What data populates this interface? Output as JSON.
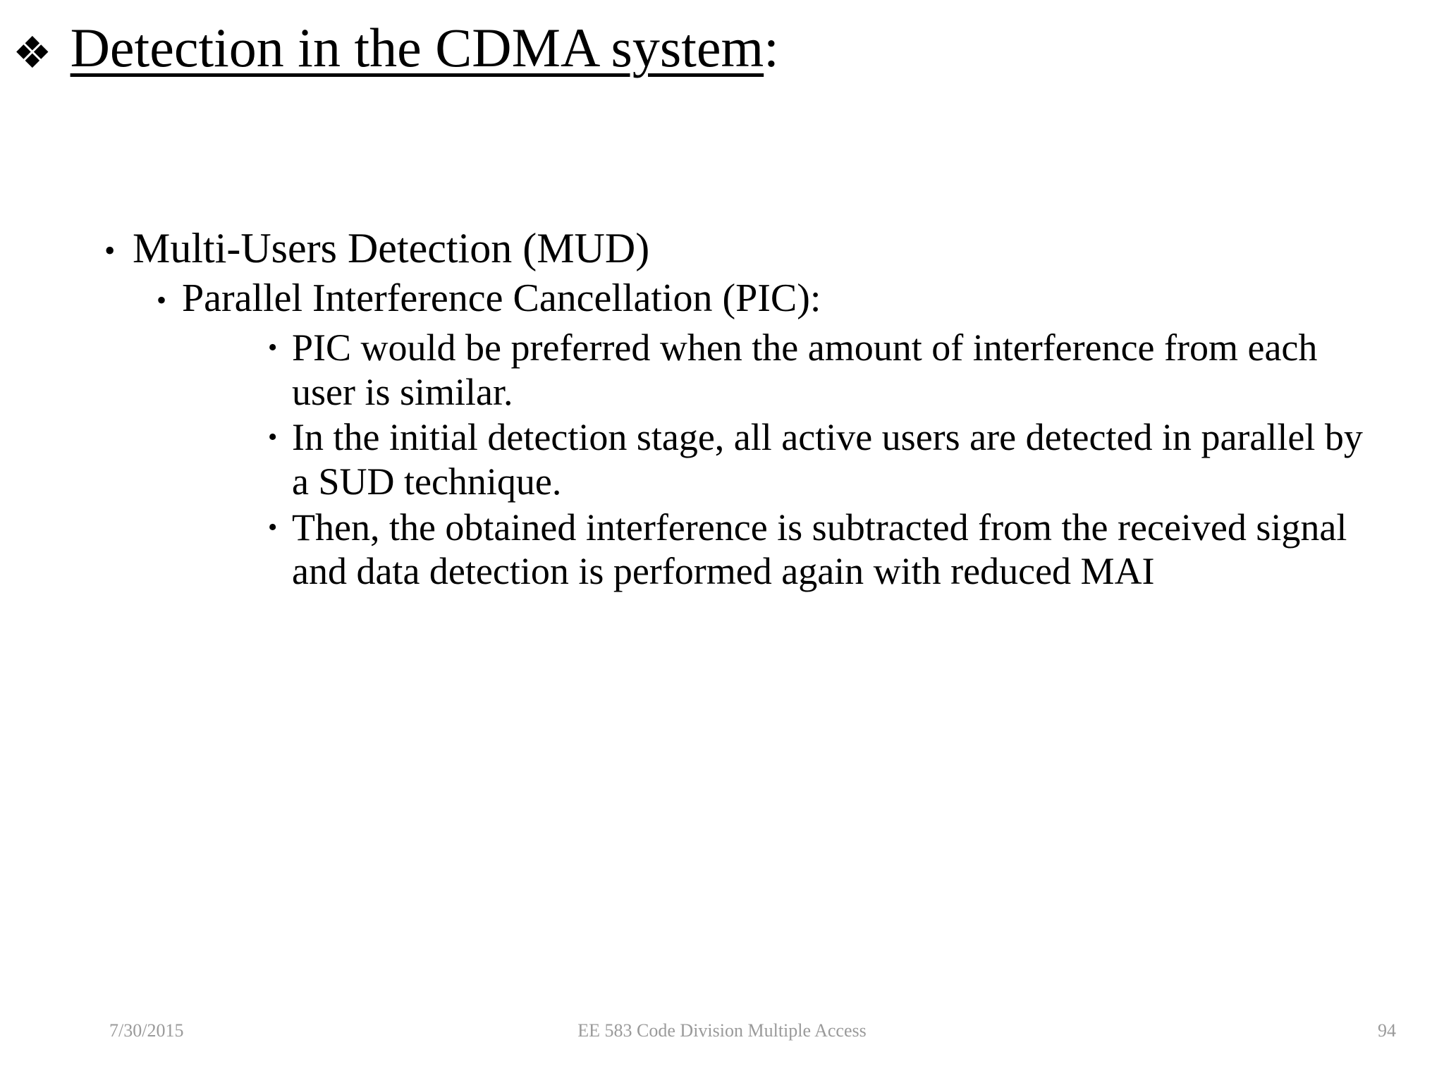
{
  "slide": {
    "title": {
      "bullet_icon": "diamond-cluster-bullet",
      "bullet_glyph": "❖",
      "underlined_text": "Detection in the CDMA system",
      "trailing_text": ":"
    },
    "bullets": [
      {
        "level": 1,
        "marker": "•",
        "text": "Multi-Users Detection (MUD)"
      },
      {
        "level": 2,
        "marker": "•",
        "text": "Parallel Interference Cancellation (PIC):"
      },
      {
        "level": 3,
        "marker": "•",
        "text": "PIC would be preferred when the amount of interference from each user is similar."
      },
      {
        "level": 3,
        "marker": "•",
        "text": "In the initial detection stage, all active users are detected in parallel by a SUD technique."
      },
      {
        "level": 3,
        "marker": "•",
        "text": "Then, the obtained interference is subtracted from the received signal and data detection is performed again with reduced MAI"
      }
    ],
    "footer": {
      "date": "7/30/2015",
      "course": "EE 583 Code Division Multiple Access",
      "page_number": "94",
      "color": "#9a9a9a"
    },
    "background_color": "#ffffff",
    "text_color": "#000000"
  }
}
